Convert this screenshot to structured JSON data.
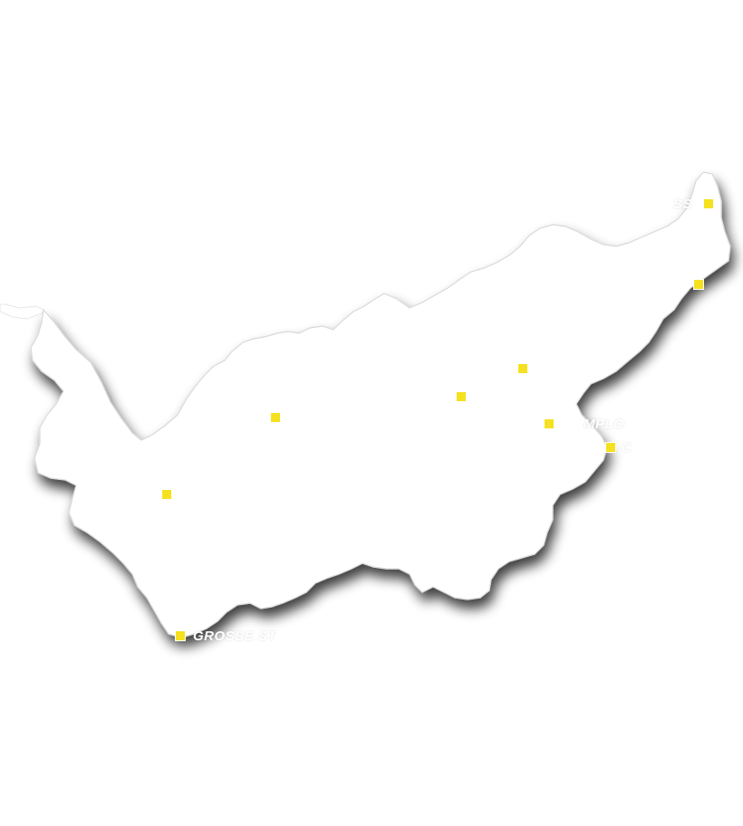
{
  "map": {
    "region_color": "#ffffff",
    "shadow_color": "#7a7a7a",
    "marker_color": "#f5e11f",
    "markers": [
      {
        "id": "marker-1",
        "label": "SS"
      },
      {
        "id": "marker-2",
        "label": ""
      },
      {
        "id": "marker-3",
        "label": ""
      },
      {
        "id": "marker-4",
        "label": ""
      },
      {
        "id": "marker-5",
        "label": ""
      },
      {
        "id": "marker-6",
        "label": "MPLO"
      },
      {
        "id": "marker-7",
        "label": "C"
      },
      {
        "id": "marker-8",
        "label": ""
      },
      {
        "id": "marker-9",
        "label": "GROSSE ST"
      }
    ]
  }
}
